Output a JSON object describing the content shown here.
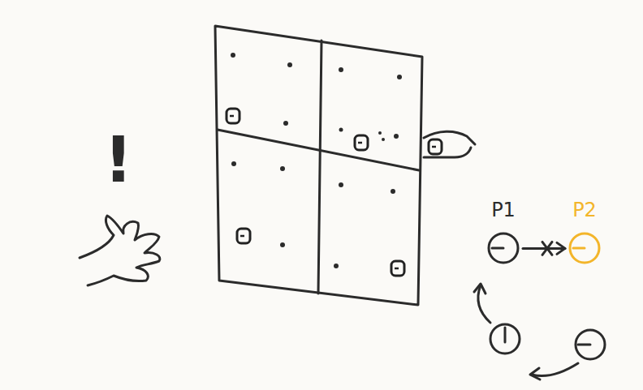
{
  "diagram": {
    "nodes": [
      {
        "text": [
          "P1"
        ]
      },
      {
        "text": [
          "P2"
        ]
      }
    ],
    "edges": [
      {
        "from": 0,
        "to": 1,
        "arrow": "to"
      }
    ],
    "labels": [
      "!"
    ]
  }
}
